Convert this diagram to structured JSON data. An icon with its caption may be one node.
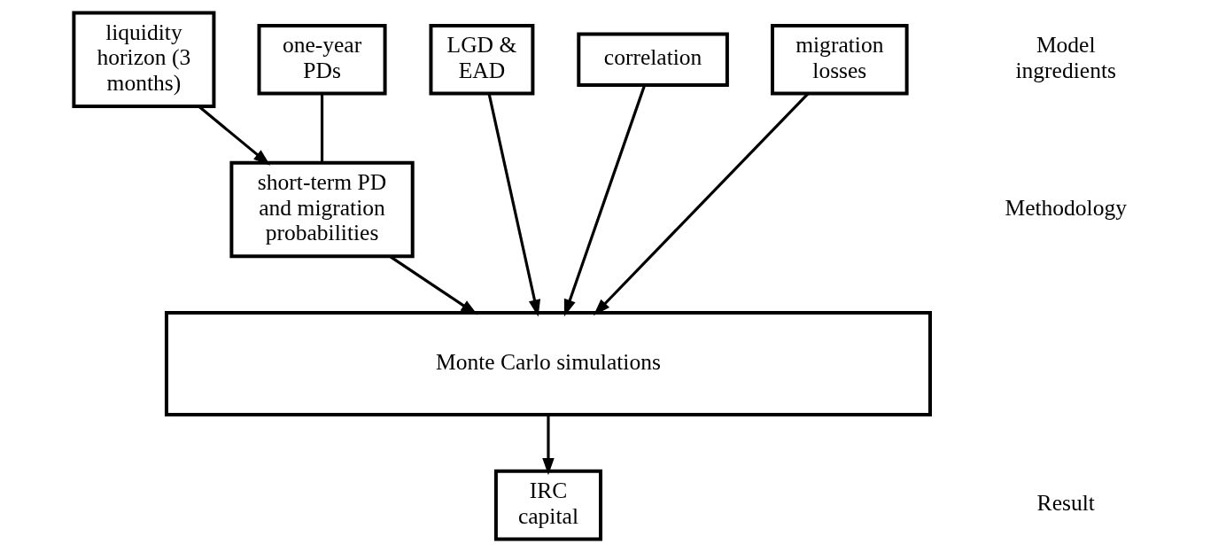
{
  "diagram": {
    "nodes": [
      {
        "text": [
          "liquidity horizon (3 months)"
        ]
      },
      {
        "text": [
          "one-year PDs"
        ]
      },
      {
        "text": [
          "LGD & EAD"
        ]
      },
      {
        "text": [
          "correlation"
        ]
      },
      {
        "text": [
          "migration losses"
        ]
      },
      {
        "text": [
          "short-term PD and migration probabilities"
        ]
      },
      {
        "text": [
          "Monte Carlo simulations"
        ]
      },
      {
        "text": [
          "IRC capital"
        ]
      }
    ],
    "edges": [
      {
        "from": 0,
        "to": 5,
        "arrow": "to"
      },
      {
        "from": 1,
        "to": 5,
        "arrow": "none"
      },
      {
        "from": 5,
        "to": 6,
        "arrow": "to"
      },
      {
        "from": 2,
        "to": 6,
        "arrow": "to"
      },
      {
        "from": 3,
        "to": 6,
        "arrow": "to"
      },
      {
        "from": 4,
        "to": 6,
        "arrow": "to"
      },
      {
        "from": 6,
        "to": 7,
        "arrow": "to"
      }
    ],
    "labels": [
      "Model ingredients",
      "Methodology",
      "Result"
    ]
  }
}
